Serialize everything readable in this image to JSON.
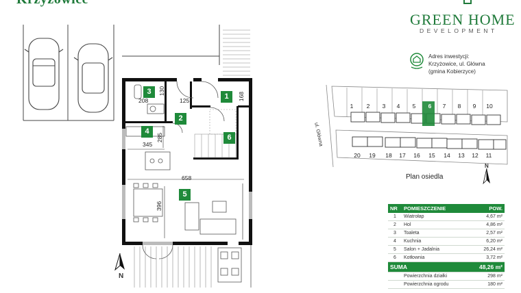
{
  "town": "Krzyżowice",
  "brand": {
    "name": "GREEN HOME",
    "sub": "DEVELOPMENT"
  },
  "address": {
    "line1": "Adres inwestycji:",
    "line2": "Krzyżowice, ul. Główna",
    "line3": "(gmina Kobierzyce)"
  },
  "floorplan": {
    "rooms": [
      "1",
      "2",
      "3",
      "4",
      "5",
      "6"
    ],
    "dims": {
      "d130": "130",
      "d208": "208",
      "d125": "125",
      "d168": "168",
      "d345": "345",
      "d285": "285",
      "d658": "658",
      "d396": "396"
    },
    "north": "N"
  },
  "site": {
    "label": "Plan osiedla",
    "street": "ul. Główna",
    "north": "N",
    "top_row": [
      "1",
      "2",
      "3",
      "4",
      "5",
      "6",
      "7",
      "8",
      "9",
      "10"
    ],
    "bottom_row": [
      "20",
      "19",
      "18",
      "17",
      "16",
      "15",
      "14",
      "13",
      "12",
      "11"
    ],
    "highlight": "6",
    "accent": "#1f8a3a"
  },
  "table": {
    "headers": {
      "nr": "NR",
      "room": "POMIESZCZENIE",
      "area": "POW."
    },
    "rows": [
      {
        "nr": "1",
        "name": "Wiatrołap",
        "area": "4,67 m²"
      },
      {
        "nr": "2",
        "name": "Hol",
        "area": "4,86 m²"
      },
      {
        "nr": "3",
        "name": "Toaleta",
        "area": "2,57 m²"
      },
      {
        "nr": "4",
        "name": "Kuchnia",
        "area": "6,20 m²"
      },
      {
        "nr": "5",
        "name": "Salon + Jadalnia",
        "area": "26,24 m²"
      },
      {
        "nr": "6",
        "name": "Kotłownia",
        "area": "3,72 m²"
      }
    ],
    "sum": {
      "label": "SUMA",
      "area": "48,26 m²"
    },
    "extras": [
      {
        "name": "Powierzchnia działki",
        "area": "298 m²"
      },
      {
        "name": "Powierzchnia ogrodu",
        "area": "180 m²"
      }
    ]
  }
}
